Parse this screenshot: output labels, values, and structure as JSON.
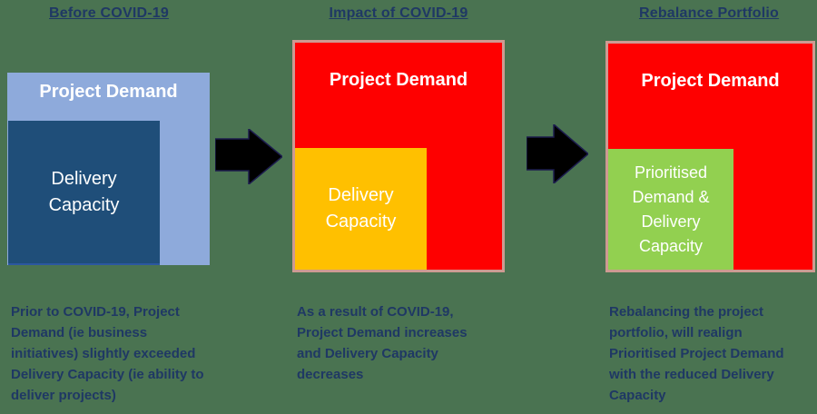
{
  "colors": {
    "background": "#4A7351",
    "title_text": "#1F3864",
    "body_text": "#1F3864",
    "light_blue": "#8EAADB",
    "dark_blue": "#1F4E79",
    "red": "#FE0000",
    "red_border": "#CE9A92",
    "orange": "#FFC000",
    "green": "#92D050",
    "arrow_fill": "#000000",
    "label_text": "#FFFFFF"
  },
  "panels": [
    {
      "title": "Before COVID-19",
      "demand_label": "Project Demand",
      "capacity_label": "Delivery\nCapacity",
      "description": "Prior to COVID-19, Project\nDemand (ie business\ninitiatives) slightly exceeded\nDelivery Capacity (ie ability to\ndeliver projects)"
    },
    {
      "title": "Impact of COVID-19",
      "demand_label": "Project Demand",
      "capacity_label": "Delivery\nCapacity",
      "description": "As a result of COVID-19,\nProject Demand increases\nand Delivery Capacity\ndecreases"
    },
    {
      "title": "Rebalance Portfolio",
      "demand_label": "Project Demand",
      "capacity_label": "Prioritised\nDemand &\nDelivery\nCapacity",
      "description": "Rebalancing the project\nportfolio, will realign\nPrioritised Project Demand\nwith the reduced Delivery\nCapacity"
    }
  ]
}
